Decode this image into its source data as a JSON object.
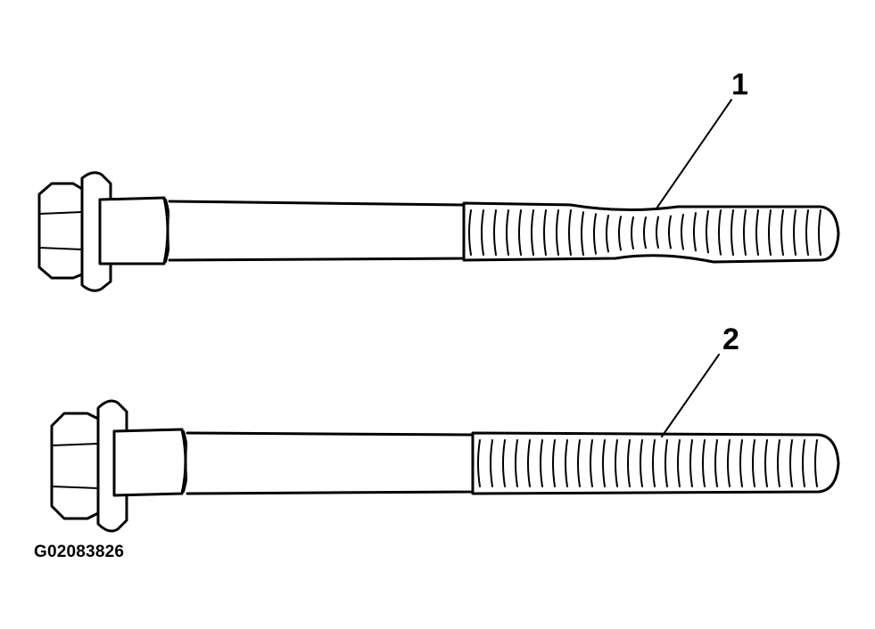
{
  "figure_id": "G02083826",
  "callouts": [
    {
      "number": "1"
    },
    {
      "number": "2"
    }
  ],
  "colors": {
    "line": "#000000",
    "background": "#ffffff"
  }
}
